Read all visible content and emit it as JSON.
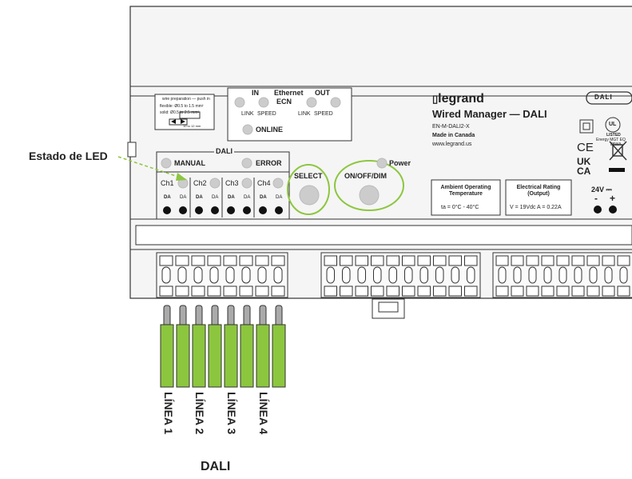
{
  "callout": {
    "led_status": "Estado de LED"
  },
  "wire_box": {
    "line1": "wire preparation — push in",
    "line2": "flexible: Ø0.5 to 1.5 mm²",
    "line3": "solid: Ø0.5 to 2.5 mm²",
    "line4": "10 to 12 mm"
  },
  "ethernet": {
    "in": "IN",
    "title": "Ethernet",
    "out": "OUT",
    "ecn": "ECN",
    "link1": "LINK",
    "speed1": "SPEED",
    "link2": "LINK",
    "speed2": "SPEED",
    "online": "ONLINE"
  },
  "dali_panel": {
    "title": "DALI",
    "manual": "MANUAL",
    "error": "ERROR",
    "ch1": "Ch1",
    "ch2": "Ch2",
    "ch3": "Ch3",
    "ch4": "Ch4",
    "da": "DA"
  },
  "buttons": {
    "select": "SELECT",
    "onoff": "ON/OFF/DIM",
    "power": "Power"
  },
  "brand": {
    "logo": "legrand",
    "product": "Wired Manager — DALI",
    "model": "EN-M-DALI2-X",
    "made": "Made in Canada",
    "url": "www.legrand.us"
  },
  "specs": {
    "ambient_title": "Ambient Operating Temperature",
    "ambient_value": "ta = 0°C - 40°C",
    "elec_title": "Electrical Rating (Output)",
    "elec_value": "V = 19Vdc A = 0.22A"
  },
  "cert": {
    "dali_logo": "DALI",
    "ul": "UL",
    "listed": "LISTED",
    "energy": "Energy MGT EQ",
    "code": "88WA",
    "ce": "CE",
    "ukca1": "UK",
    "ukca2": "CA"
  },
  "power_in": {
    "label": "24V",
    "minus": "-",
    "plus": "+"
  },
  "lines": {
    "l1": "LÍNEA 1",
    "l2": "LÍNEA 2",
    "l3": "LÍNEA 3",
    "l4": "LÍNEA 4",
    "group": "DALI"
  },
  "colors": {
    "accent_green": "#8dc63f",
    "wire_green": "#8cc63e",
    "body": "#f4f4f4",
    "stroke": "#333333"
  }
}
